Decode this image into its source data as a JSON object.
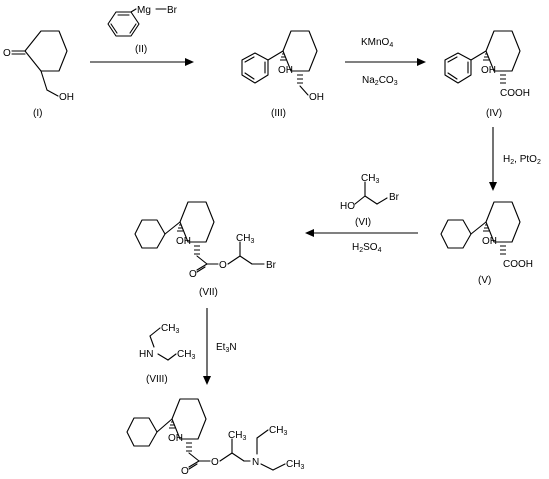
{
  "compounds": {
    "c1": {
      "label": "(I)"
    },
    "c2": {
      "label": "(II)"
    },
    "c3": {
      "label": "(III)"
    },
    "c4": {
      "label": "(IV)"
    },
    "c5": {
      "label": "(V)"
    },
    "c6": {
      "label": "(VI)"
    },
    "c7": {
      "label": "(VII)"
    },
    "c8": {
      "label": "(VIII)"
    }
  },
  "atoms": {
    "o": "O",
    "oh": "OH",
    "ho": "HO",
    "mg": "Mg",
    "br": "Br",
    "dash": "—",
    "cooh": "COOH",
    "h": "H",
    "hn": "HN",
    "n": "N",
    "ch3": "CH",
    "three": "3"
  },
  "reagents": {
    "kmno4": "KMnO",
    "kmno4_sub": "4",
    "na2co3_a": "Na",
    "na2co3_b": "2",
    "na2co3_c": "CO",
    "na2co3_d": "3",
    "h2pto2_a": "H",
    "h2pto2_b": "2",
    "h2pto2_c": ", PtO",
    "h2pto2_d": "2",
    "h2so4_a": "H",
    "h2so4_b": "2",
    "h2so4_c": "SO",
    "h2so4_d": "4",
    "et3n_a": "Et",
    "et3n_b": "3",
    "et3n_c": "N"
  }
}
